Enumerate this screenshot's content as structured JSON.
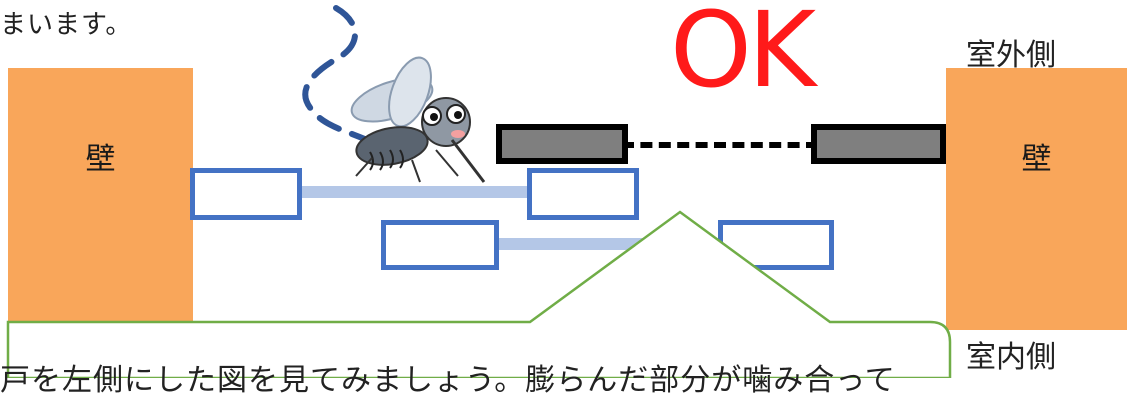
{
  "top_text": "まいます。",
  "ok_label": "OK",
  "labels": {
    "outdoor_side": "室外側",
    "indoor_side": "室内側",
    "wall_left": "壁",
    "wall_right": "壁"
  },
  "callout_text": "戸を左側にした図を見てみましょう。膨らんだ部分が噛み合って",
  "colors": {
    "wall": "#f9a65a",
    "ok": "#ff1a1a",
    "blue_frame": "#4472c4",
    "light_bar": "#b4c7e7",
    "callout_border": "#70ad47"
  },
  "icons": [
    "mosquito-icon"
  ]
}
